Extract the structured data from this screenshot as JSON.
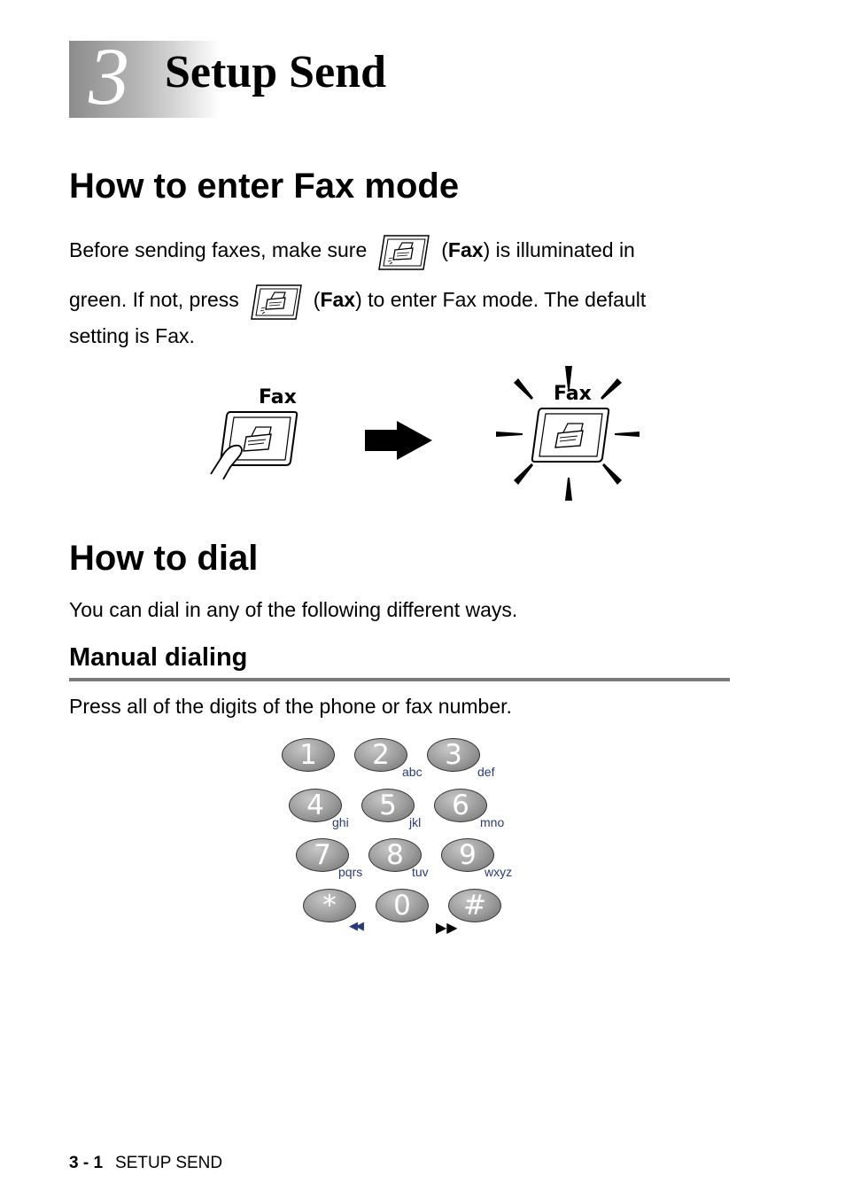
{
  "chapter": {
    "number": "3",
    "title": "Setup Send"
  },
  "section1": {
    "heading": "How to enter Fax mode",
    "line1_a": "Before sending faxes, make sure",
    "line1_b_open": "(",
    "line1_b_bold": "Fax",
    "line1_b_rest": ") is illuminated in",
    "line2_a": "green. If not, press",
    "line2_b_open": "(",
    "line2_b_bold": "Fax",
    "line2_b_rest": ") to enter Fax mode. The default",
    "line3": "setting is Fax.",
    "figure": {
      "left_label": "Fax",
      "right_label": "Fax"
    }
  },
  "section2": {
    "heading": "How to dial",
    "intro": "You can dial in any of the following different ways."
  },
  "subsection": {
    "heading": "Manual dialing",
    "body": "Press all of the digits of the phone or fax number."
  },
  "keypad": {
    "keys": [
      {
        "digit": "1",
        "letters": ""
      },
      {
        "digit": "2",
        "letters": "abc"
      },
      {
        "digit": "3",
        "letters": "def"
      },
      {
        "digit": "4",
        "letters": "ghi"
      },
      {
        "digit": "5",
        "letters": "jkl"
      },
      {
        "digit": "6",
        "letters": "mno"
      },
      {
        "digit": "7",
        "letters": "pqrs"
      },
      {
        "digit": "8",
        "letters": "tuv"
      },
      {
        "digit": "9",
        "letters": "wxyz"
      },
      {
        "digit": "*",
        "letters": ""
      },
      {
        "digit": "0",
        "letters": ""
      },
      {
        "digit": "#",
        "letters": ""
      }
    ],
    "rewind_symbol": "◀◀",
    "forward_symbol": "▶▶"
  },
  "footer": {
    "page": "3 - 1",
    "label": "SETUP SEND"
  },
  "colors": {
    "keypad_letters": "#2a3a78",
    "rule": "#7a7a7a"
  }
}
